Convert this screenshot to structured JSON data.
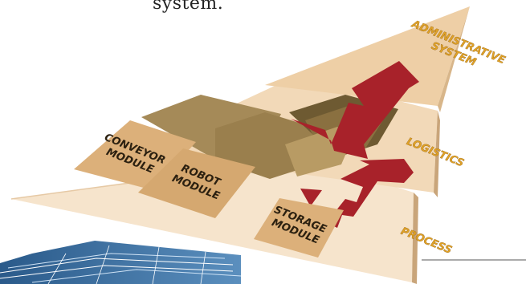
{
  "caption_fragment": "system.",
  "layers": {
    "admin": "ADMINISTRATIVE\nSYSTEM",
    "logistics": "LOGISTICS",
    "process": "PROCESS"
  },
  "modules": {
    "conveyor": "CONVEYOR\nMODULE",
    "robot": "ROBOT\nMODULE",
    "storage": "STORAGE\nMODULE"
  },
  "colors": {
    "layer_admin": "#eecfa6",
    "layer_logistics": "#f2d9b8",
    "layer_process": "#f6e4cc",
    "module_fill": "#dcb07a",
    "block_dark": "#6e5a32",
    "block_mid": "#9c8250",
    "block_light": "#b89b64",
    "arrow": "#a8222a",
    "label_gold": "#e0a227"
  }
}
